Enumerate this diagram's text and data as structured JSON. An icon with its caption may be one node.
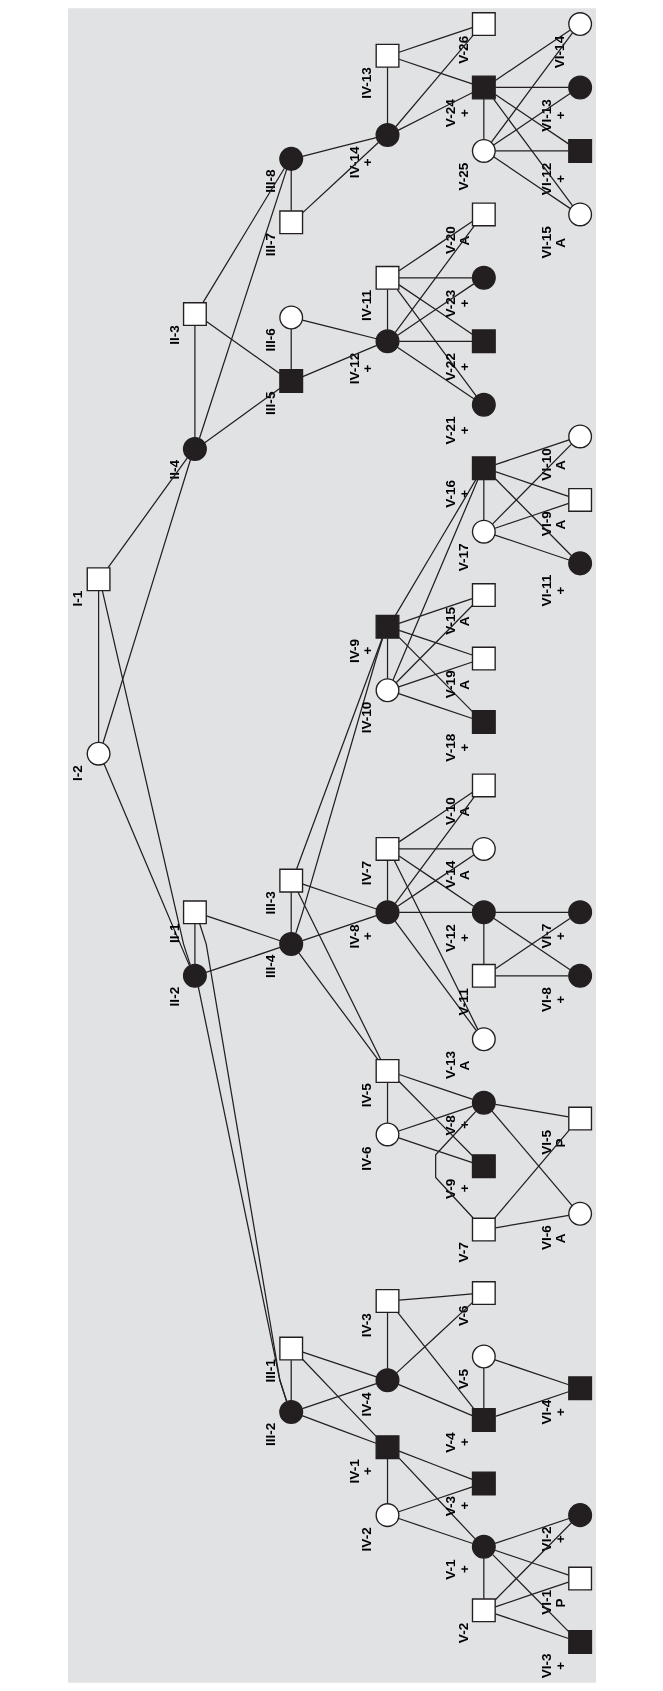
{
  "diagram": {
    "nodes": [
      {
        "text": [],
        "shape": "box",
        "beside": [
          "I-1"
        ]
      },
      {
        "text": [],
        "shape": "circle",
        "beside": [
          "I-2"
        ]
      },
      {
        "text": [],
        "shape": "box",
        "beside": [
          "II-1"
        ]
      },
      {
        "text": [],
        "shape": "dot",
        "beside": [
          "II-2"
        ]
      },
      {
        "text": [],
        "shape": "box",
        "beside": [
          "II-3"
        ]
      },
      {
        "text": [],
        "shape": "dot",
        "beside": [
          "II-4"
        ]
      },
      {
        "text": [],
        "shape": "box",
        "beside": [
          "III-1"
        ]
      },
      {
        "text": [],
        "shape": "dot",
        "beside": [
          "III-2"
        ]
      },
      {
        "text": [],
        "shape": "box",
        "beside": [
          "III-3"
        ]
      },
      {
        "text": [],
        "shape": "dot",
        "beside": [
          "III-4"
        ]
      },
      {
        "text": [],
        "shape": "block",
        "beside": [
          "III-5"
        ]
      },
      {
        "text": [],
        "shape": "circle",
        "beside": [
          "III-6"
        ]
      },
      {
        "text": [],
        "shape": "box",
        "beside": [
          "III-7"
        ]
      },
      {
        "text": [],
        "shape": "dot",
        "beside": [
          "III-8"
        ]
      },
      {
        "text": [],
        "shape": "block",
        "beside": [
          "IV-1",
          "+"
        ]
      },
      {
        "text": [],
        "shape": "circle",
        "beside": [
          "IV-2"
        ]
      },
      {
        "text": [],
        "shape": "box",
        "beside": [
          "IV-3"
        ]
      },
      {
        "text": [],
        "shape": "dot",
        "beside": [
          "IV-4"
        ]
      },
      {
        "text": [],
        "shape": "box",
        "beside": [
          "IV-5"
        ]
      },
      {
        "text": [],
        "shape": "circle",
        "beside": [
          "IV-6"
        ]
      },
      {
        "text": [],
        "shape": "box",
        "beside": [
          "IV-7"
        ]
      },
      {
        "text": [],
        "shape": "dot",
        "beside": [
          "IV-8",
          "+"
        ]
      },
      {
        "text": [],
        "shape": "block",
        "beside": [
          "IV-9",
          "+"
        ]
      },
      {
        "text": [],
        "shape": "circle",
        "beside": [
          "IV-10"
        ]
      },
      {
        "text": [],
        "shape": "box",
        "beside": [
          "IV-11"
        ]
      },
      {
        "text": [],
        "shape": "dot",
        "beside": [
          "IV-12",
          "+"
        ]
      },
      {
        "text": [],
        "shape": "box",
        "beside": [
          "IV-13"
        ]
      },
      {
        "text": [],
        "shape": "dot",
        "beside": [
          "IV-14",
          "+"
        ]
      },
      {
        "text": [],
        "shape": "dot",
        "beside": [
          "V-1",
          "+"
        ]
      },
      {
        "text": [],
        "shape": "box",
        "beside": [
          "V-2"
        ]
      },
      {
        "text": [],
        "shape": "block",
        "beside": [
          "V-3",
          "+"
        ]
      },
      {
        "text": [],
        "shape": "block",
        "beside": [
          "V-4",
          "+"
        ]
      },
      {
        "text": [],
        "shape": "circle",
        "beside": [
          "V-5"
        ]
      },
      {
        "text": [],
        "shape": "box",
        "beside": [
          "V-6"
        ]
      },
      {
        "text": [],
        "shape": "box",
        "beside": [
          "V-7"
        ]
      },
      {
        "text": [],
        "shape": "dot",
        "beside": [
          "V-8",
          "+"
        ]
      },
      {
        "text": [],
        "shape": "block",
        "beside": [
          "V-9",
          "+"
        ]
      },
      {
        "text": [],
        "shape": "box",
        "beside": [
          "V-10",
          "A"
        ]
      },
      {
        "text": [],
        "shape": "box",
        "beside": [
          "V-11"
        ]
      },
      {
        "text": [],
        "shape": "dot",
        "beside": [
          "V-12",
          "+"
        ]
      },
      {
        "text": [],
        "shape": "circle",
        "beside": [
          "V-13",
          "A"
        ]
      },
      {
        "text": [],
        "shape": "circle",
        "beside": [
          "V-14",
          "A"
        ]
      },
      {
        "text": [],
        "shape": "box",
        "beside": [
          "V-15",
          "A"
        ]
      },
      {
        "text": [],
        "shape": "block",
        "beside": [
          "V-16",
          "+"
        ]
      },
      {
        "text": [],
        "shape": "circle",
        "beside": [
          "V-17"
        ]
      },
      {
        "text": [],
        "shape": "block",
        "beside": [
          "V-18",
          "+"
        ]
      },
      {
        "text": [],
        "shape": "box",
        "beside": [
          "V-19",
          "A"
        ]
      },
      {
        "text": [],
        "shape": "box",
        "beside": [
          "V-20",
          "A"
        ]
      },
      {
        "text": [],
        "shape": "dot",
        "beside": [
          "V-21",
          "+"
        ]
      },
      {
        "text": [],
        "shape": "block",
        "beside": [
          "V-22",
          "+"
        ]
      },
      {
        "text": [],
        "shape": "dot",
        "beside": [
          "V-23",
          "+"
        ]
      },
      {
        "text": [],
        "shape": "block",
        "beside": [
          "V-24",
          "+"
        ]
      },
      {
        "text": [],
        "shape": "circle",
        "beside": [
          "V-25"
        ]
      },
      {
        "text": [],
        "shape": "box",
        "beside": [
          "V-26"
        ]
      },
      {
        "text": [],
        "shape": "box",
        "beside": [
          "VI-1",
          "P"
        ]
      },
      {
        "text": [],
        "shape": "dot",
        "beside": [
          "VI-2",
          "+"
        ]
      },
      {
        "text": [],
        "shape": "block",
        "beside": [
          "VI-3",
          "+"
        ]
      },
      {
        "text": [],
        "shape": "block",
        "beside": [
          "VI-4",
          "+"
        ]
      },
      {
        "text": [],
        "shape": "box",
        "beside": [
          "VI-5",
          "P"
        ]
      },
      {
        "text": [],
        "shape": "circle",
        "beside": [
          "VI-6",
          "A"
        ]
      },
      {
        "text": [],
        "shape": "dot",
        "beside": [
          "VI-7",
          "+"
        ]
      },
      {
        "text": [],
        "shape": "dot",
        "beside": [
          "VI-8",
          "+"
        ]
      },
      {
        "text": [],
        "shape": "box",
        "beside": [
          "VI-9",
          "A"
        ]
      },
      {
        "text": [],
        "shape": "circle",
        "beside": [
          "VI-10",
          "A"
        ]
      },
      {
        "text": [],
        "shape": "dot",
        "beside": [
          "VI-11",
          "+"
        ]
      },
      {
        "text": [],
        "shape": "block",
        "beside": [
          "VI-12",
          "+"
        ]
      },
      {
        "text": [],
        "shape": "dot",
        "beside": [
          "VI-13",
          "+"
        ]
      },
      {
        "text": [],
        "shape": "circle",
        "beside": [
          "VI-14"
        ]
      },
      {
        "text": [],
        "shape": "circle",
        "beside": [
          "VI-15",
          "A"
        ]
      }
    ],
    "edges": [
      {
        "from": 0,
        "to": 1,
        "arrow": "none"
      },
      {
        "from": 0,
        "to": 3,
        "arrow": "none"
      },
      {
        "from": 1,
        "to": 3,
        "arrow": "none"
      },
      {
        "from": 0,
        "to": 5,
        "arrow": "none"
      },
      {
        "from": 1,
        "to": 5,
        "arrow": "none"
      },
      {
        "from": 2,
        "to": 3,
        "arrow": "none"
      },
      {
        "from": 2,
        "to": 7,
        "arrow": "none"
      },
      {
        "from": 3,
        "to": 7,
        "arrow": "none"
      },
      {
        "from": 2,
        "to": 9,
        "arrow": "none"
      },
      {
        "from": 3,
        "to": 9,
        "arrow": "none"
      },
      {
        "from": 4,
        "to": 5,
        "arrow": "none"
      },
      {
        "from": 4,
        "to": 10,
        "arrow": "none"
      },
      {
        "from": 5,
        "to": 10,
        "arrow": "none"
      },
      {
        "from": 4,
        "to": 13,
        "arrow": "none"
      },
      {
        "from": 5,
        "to": 13,
        "arrow": "none"
      },
      {
        "from": 6,
        "to": 7,
        "arrow": "none"
      },
      {
        "from": 6,
        "to": 14,
        "arrow": "none"
      },
      {
        "from": 7,
        "to": 14,
        "arrow": "none"
      },
      {
        "from": 6,
        "to": 17,
        "arrow": "none"
      },
      {
        "from": 7,
        "to": 17,
        "arrow": "none"
      },
      {
        "from": 8,
        "to": 9,
        "arrow": "none"
      },
      {
        "from": 8,
        "to": 18,
        "arrow": "none"
      },
      {
        "from": 9,
        "to": 18,
        "arrow": "none"
      },
      {
        "from": 8,
        "to": 21,
        "arrow": "none"
      },
      {
        "from": 9,
        "to": 21,
        "arrow": "none"
      },
      {
        "from": 8,
        "to": 22,
        "arrow": "none"
      },
      {
        "from": 9,
        "to": 22,
        "arrow": "none"
      },
      {
        "from": 10,
        "to": 11,
        "arrow": "none"
      },
      {
        "from": 10,
        "to": 25,
        "arrow": "none"
      },
      {
        "from": 11,
        "to": 25,
        "arrow": "none"
      },
      {
        "from": 12,
        "to": 13,
        "arrow": "none"
      },
      {
        "from": 12,
        "to": 27,
        "arrow": "none"
      },
      {
        "from": 13,
        "to": 27,
        "arrow": "none"
      },
      {
        "from": 14,
        "to": 15,
        "arrow": "none"
      },
      {
        "from": 14,
        "to": 28,
        "arrow": "none"
      },
      {
        "from": 15,
        "to": 28,
        "arrow": "none"
      },
      {
        "from": 14,
        "to": 30,
        "arrow": "none"
      },
      {
        "from": 15,
        "to": 30,
        "arrow": "none"
      },
      {
        "from": 16,
        "to": 17,
        "arrow": "none"
      },
      {
        "from": 16,
        "to": 31,
        "arrow": "none"
      },
      {
        "from": 17,
        "to": 31,
        "arrow": "none"
      },
      {
        "from": 16,
        "to": 33,
        "arrow": "none"
      },
      {
        "from": 17,
        "to": 33,
        "arrow": "none"
      },
      {
        "from": 18,
        "to": 19,
        "arrow": "none"
      },
      {
        "from": 18,
        "to": 35,
        "arrow": "none"
      },
      {
        "from": 19,
        "to": 35,
        "arrow": "none"
      },
      {
        "from": 18,
        "to": 36,
        "arrow": "none"
      },
      {
        "from": 19,
        "to": 36,
        "arrow": "none"
      },
      {
        "from": 20,
        "to": 21,
        "arrow": "none"
      },
      {
        "from": 20,
        "to": 37,
        "arrow": "none"
      },
      {
        "from": 21,
        "to": 37,
        "arrow": "none"
      },
      {
        "from": 20,
        "to": 39,
        "arrow": "none"
      },
      {
        "from": 21,
        "to": 39,
        "arrow": "none"
      },
      {
        "from": 20,
        "to": 40,
        "arrow": "none"
      },
      {
        "from": 21,
        "to": 40,
        "arrow": "none"
      },
      {
        "from": 20,
        "to": 41,
        "arrow": "none"
      },
      {
        "from": 21,
        "to": 41,
        "arrow": "none"
      },
      {
        "from": 22,
        "to": 23,
        "arrow": "none"
      },
      {
        "from": 22,
        "to": 42,
        "arrow": "none"
      },
      {
        "from": 23,
        "to": 42,
        "arrow": "none"
      },
      {
        "from": 22,
        "to": 43,
        "arrow": "none"
      },
      {
        "from": 23,
        "to": 43,
        "arrow": "none"
      },
      {
        "from": 22,
        "to": 45,
        "arrow": "none"
      },
      {
        "from": 23,
        "to": 45,
        "arrow": "none"
      },
      {
        "from": 22,
        "to": 46,
        "arrow": "none"
      },
      {
        "from": 23,
        "to": 46,
        "arrow": "none"
      },
      {
        "from": 24,
        "to": 25,
        "arrow": "none"
      },
      {
        "from": 24,
        "to": 47,
        "arrow": "none"
      },
      {
        "from": 25,
        "to": 47,
        "arrow": "none"
      },
      {
        "from": 24,
        "to": 48,
        "arrow": "none"
      },
      {
        "from": 25,
        "to": 48,
        "arrow": "none"
      },
      {
        "from": 24,
        "to": 49,
        "arrow": "none"
      },
      {
        "from": 25,
        "to": 49,
        "arrow": "none"
      },
      {
        "from": 24,
        "to": 50,
        "arrow": "none"
      },
      {
        "from": 25,
        "to": 50,
        "arrow": "none"
      },
      {
        "from": 26,
        "to": 27,
        "arrow": "none"
      },
      {
        "from": 26,
        "to": 51,
        "arrow": "none"
      },
      {
        "from": 27,
        "to": 51,
        "arrow": "none"
      },
      {
        "from": 26,
        "to": 53,
        "arrow": "none"
      },
      {
        "from": 27,
        "to": 53,
        "arrow": "none"
      },
      {
        "from": 28,
        "to": 29,
        "arrow": "none"
      },
      {
        "from": 28,
        "to": 54,
        "arrow": "none"
      },
      {
        "from": 29,
        "to": 54,
        "arrow": "none"
      },
      {
        "from": 28,
        "to": 55,
        "arrow": "none"
      },
      {
        "from": 29,
        "to": 55,
        "arrow": "none"
      },
      {
        "from": 28,
        "to": 56,
        "arrow": "none"
      },
      {
        "from": 29,
        "to": 56,
        "arrow": "none"
      },
      {
        "from": 31,
        "to": 32,
        "arrow": "none"
      },
      {
        "from": 31,
        "to": 57,
        "arrow": "none"
      },
      {
        "from": 32,
        "to": 57,
        "arrow": "none"
      },
      {
        "from": 34,
        "to": 35,
        "arrow": "none"
      },
      {
        "from": 34,
        "to": 58,
        "arrow": "none"
      },
      {
        "from": 35,
        "to": 58,
        "arrow": "none"
      },
      {
        "from": 34,
        "to": 59,
        "arrow": "none"
      },
      {
        "from": 35,
        "to": 59,
        "arrow": "none"
      },
      {
        "from": 38,
        "to": 39,
        "arrow": "none"
      },
      {
        "from": 38,
        "to": 60,
        "arrow": "none"
      },
      {
        "from": 39,
        "to": 60,
        "arrow": "none"
      },
      {
        "from": 38,
        "to": 61,
        "arrow": "none"
      },
      {
        "from": 39,
        "to": 61,
        "arrow": "none"
      },
      {
        "from": 43,
        "to": 44,
        "arrow": "none"
      },
      {
        "from": 43,
        "to": 62,
        "arrow": "none"
      },
      {
        "from": 44,
        "to": 62,
        "arrow": "none"
      },
      {
        "from": 43,
        "to": 63,
        "arrow": "none"
      },
      {
        "from": 44,
        "to": 63,
        "arrow": "none"
      },
      {
        "from": 43,
        "to": 64,
        "arrow": "none"
      },
      {
        "from": 44,
        "to": 64,
        "arrow": "none"
      },
      {
        "from": 51,
        "to": 52,
        "arrow": "none"
      },
      {
        "from": 51,
        "to": 65,
        "arrow": "none"
      },
      {
        "from": 52,
        "to": 65,
        "arrow": "none"
      },
      {
        "from": 51,
        "to": 66,
        "arrow": "none"
      },
      {
        "from": 52,
        "to": 66,
        "arrow": "none"
      },
      {
        "from": 51,
        "to": 67,
        "arrow": "none"
      },
      {
        "from": 52,
        "to": 67,
        "arrow": "none"
      },
      {
        "from": 51,
        "to": 68,
        "arrow": "none"
      },
      {
        "from": 52,
        "to": 68,
        "arrow": "none"
      }
    ]
  }
}
